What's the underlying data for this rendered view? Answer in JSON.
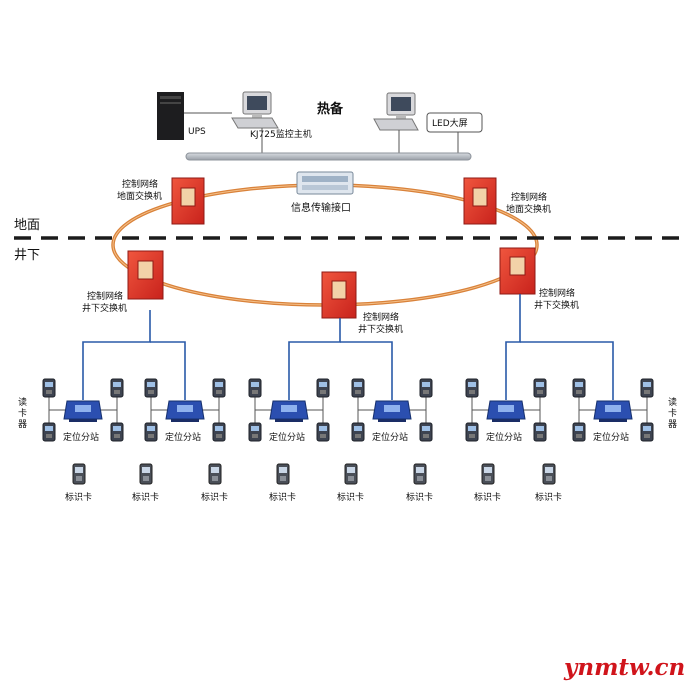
{
  "labels": {
    "hot_standby": "热备",
    "ups": "UPS",
    "host": "KJ725监控主机",
    "led": "LED大屏",
    "info_interface": "信息传输接口",
    "surface_switch_left": [
      "控制网络",
      "地面交换机"
    ],
    "surface_switch_right": [
      "控制网络",
      "地面交换机"
    ],
    "surface": "地面",
    "underground": "井下",
    "ug_switch_left": [
      "控制网络",
      "井下交换机"
    ],
    "ug_switch_mid": [
      "控制网络",
      "井下交换机"
    ],
    "ug_switch_right": [
      "控制网络",
      "井下交换机"
    ],
    "reader_left": [
      "读",
      "卡",
      "器"
    ],
    "reader_right": [
      "读",
      "卡",
      "器"
    ],
    "substation": "定位分站",
    "id_card": "标识卡"
  },
  "substation_count": 6,
  "id_card_count": 8,
  "watermark": "ynmtw.cn",
  "colors": {
    "switch_red": "#e3302a",
    "ring_orange": "#d9823a",
    "bus_gray": "#b8bdc4",
    "link_blue": "#2a5aa8",
    "substation_blue": "#2b4fb0",
    "watermark_red": "#d0141b"
  }
}
